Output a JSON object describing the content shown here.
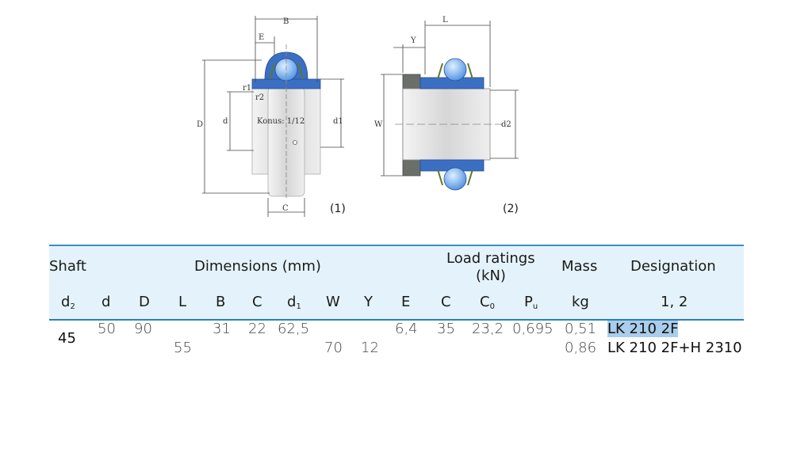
{
  "figures": {
    "fig1_label": "(1)",
    "fig2_label": "(2)",
    "fig1_dims": [
      "B",
      "E",
      "r1",
      "r2",
      "Konus: 1/12",
      "D",
      "d",
      "d1",
      "C"
    ],
    "fig2_dims": [
      "L",
      "Y",
      "W",
      "d2"
    ]
  },
  "table": {
    "group_headers": {
      "shaft": "Shaft",
      "dimensions": "Dimensions (mm)",
      "load_ratings_line1": "Load ratings",
      "load_ratings_line2": "(kN)",
      "mass": "Mass",
      "designation": "Designation"
    },
    "columns": {
      "d2": "d",
      "d2_sub": "2",
      "d": "d",
      "D": "D",
      "L": "L",
      "B": "B",
      "C": "C",
      "d1": "d",
      "d1_sub": "1",
      "W": "W",
      "Y": "Y",
      "E": "E",
      "Cr": "C",
      "C0": "C",
      "C0_sub": "0",
      "Pu": "P",
      "Pu_sub": "u",
      "kg": "kg",
      "desig": "1, 2"
    },
    "rows": {
      "shaft": "45",
      "d": "50",
      "D": "90",
      "L": "55",
      "B": "31",
      "C": "22",
      "d1": "62,5",
      "W": "70",
      "Y": "12",
      "E": "6,4",
      "Cr": "35",
      "C0": "23,2",
      "Pu": "0,695",
      "mass1": "0,51",
      "mass2": "0,86",
      "desig1": "LK 210 2F",
      "desig2": "LK 210 2F+H 2310"
    }
  },
  "colors": {
    "header_bg": "#e4f3fb",
    "rule": "#2d7fb8",
    "highlight": "#a9cdea",
    "bearing_blue": "#3b6fc4"
  }
}
